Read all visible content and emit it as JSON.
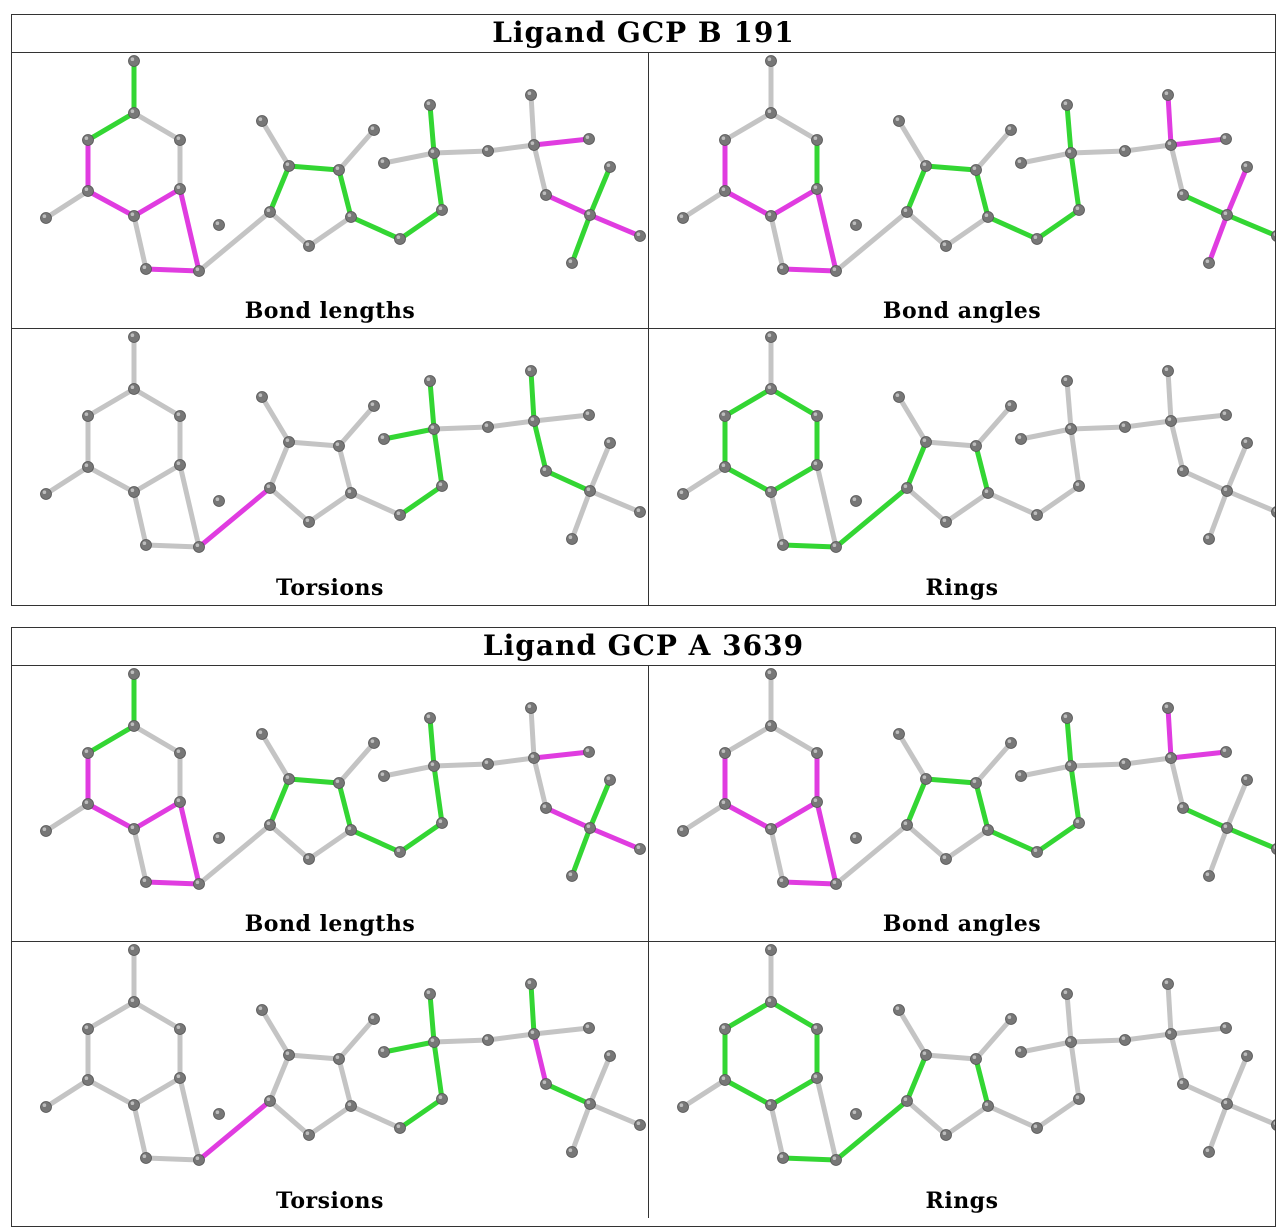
{
  "colors": {
    "neutral": "#c4c4c4",
    "outlier_minor": "#33d633",
    "outlier_major": "#e03ce0",
    "atom": "#777777",
    "border": "#333333"
  },
  "ligands": [
    {
      "title": "Ligand GCP B 191",
      "panels": [
        {
          "label": "Bond lengths",
          "green": [
            [
              0,
              1
            ],
            [
              1,
              2
            ],
            [
              3,
              9
            ],
            [
              9,
              10
            ],
            [
              9,
              11
            ],
            [
              10,
              11
            ],
            [
              11,
              12
            ],
            [
              13,
              14
            ],
            [
              16,
              17
            ],
            [
              17,
              18
            ],
            [
              18,
              19
            ],
            [
              19,
              20
            ],
            [
              20,
              21
            ],
            [
              23,
              24
            ],
            [
              29,
              30
            ],
            [
              29,
              32
            ]
          ],
          "magenta": [
            [
              2,
              3
            ],
            [
              3,
              4
            ],
            [
              4,
              5
            ],
            [
              5,
              8
            ],
            [
              8,
              7
            ],
            [
              26,
              27
            ],
            [
              29,
              31
            ],
            [
              29,
              28
            ]
          ],
          "neutral": []
        },
        {
          "label": "Bond angles",
          "green": [
            [
              5,
              6
            ],
            [
              3,
              9
            ],
            [
              9,
              10
            ],
            [
              9,
              11
            ],
            [
              10,
              11
            ],
            [
              11,
              12
            ],
            [
              13,
              14
            ],
            [
              16,
              17
            ],
            [
              17,
              18
            ],
            [
              18,
              19
            ],
            [
              19,
              20
            ],
            [
              20,
              21
            ],
            [
              23,
              24
            ],
            [
              29,
              28
            ],
            [
              29,
              31
            ]
          ],
          "magenta": [
            [
              2,
              3
            ],
            [
              3,
              4
            ],
            [
              4,
              5
            ],
            [
              5,
              8
            ],
            [
              8,
              7
            ],
            [
              22,
              24
            ],
            [
              24,
              25
            ],
            [
              24,
              26
            ],
            [
              26,
              27
            ],
            [
              29,
              30
            ],
            [
              29,
              32
            ]
          ],
          "neutral": []
        },
        {
          "label": "Torsions",
          "green": [
            [
              18,
              19
            ],
            [
              19,
              20
            ],
            [
              20,
              21
            ],
            [
              22,
              23
            ],
            [
              24,
              25
            ],
            [
              26,
              28
            ],
            [
              28,
              29
            ]
          ],
          "magenta": [
            [
              8,
              9
            ]
          ],
          "neutral": []
        },
        {
          "label": "Rings",
          "green": [
            [
              1,
              2
            ],
            [
              2,
              3
            ],
            [
              3,
              4
            ],
            [
              4,
              5
            ],
            [
              5,
              6
            ],
            [
              6,
              1
            ],
            [
              5,
              7
            ],
            [
              7,
              8
            ],
            [
              8,
              9
            ],
            [
              9,
              10
            ],
            [
              10,
              4
            ],
            [
              11,
              12
            ],
            [
              12,
              13
            ],
            [
              13,
              14
            ],
            [
              14,
              15
            ],
            [
              15,
              11
            ]
          ],
          "magenta": [],
          "neutral": []
        }
      ]
    },
    {
      "title": "Ligand GCP A 3639",
      "panels": [
        {
          "label": "Bond lengths",
          "green": [
            [
              0,
              1
            ],
            [
              1,
              2
            ],
            [
              3,
              9
            ],
            [
              9,
              10
            ],
            [
              9,
              11
            ],
            [
              10,
              11
            ],
            [
              11,
              12
            ],
            [
              13,
              14
            ],
            [
              16,
              17
            ],
            [
              17,
              18
            ],
            [
              18,
              19
            ],
            [
              19,
              20
            ],
            [
              20,
              21
            ],
            [
              23,
              24
            ],
            [
              29,
              30
            ],
            [
              29,
              32
            ]
          ],
          "magenta": [
            [
              2,
              3
            ],
            [
              3,
              4
            ],
            [
              4,
              5
            ],
            [
              5,
              8
            ],
            [
              8,
              7
            ],
            [
              26,
              27
            ],
            [
              29,
              31
            ],
            [
              29,
              28
            ]
          ],
          "neutral": []
        },
        {
          "label": "Bond angles",
          "green": [
            [
              5,
              6
            ],
            [
              3,
              9
            ],
            [
              9,
              10
            ],
            [
              9,
              11
            ],
            [
              10,
              11
            ],
            [
              11,
              12
            ],
            [
              13,
              14
            ],
            [
              16,
              17
            ],
            [
              17,
              18
            ],
            [
              18,
              19
            ],
            [
              19,
              20
            ],
            [
              20,
              21
            ],
            [
              23,
              24
            ],
            [
              29,
              28
            ],
            [
              29,
              31
            ]
          ],
          "magenta": [
            [
              2,
              3
            ],
            [
              3,
              4
            ],
            [
              4,
              5
            ],
            [
              5,
              8
            ],
            [
              8,
              7
            ],
            [
              22,
              24
            ],
            [
              24,
              25
            ],
            [
              24,
              26
            ],
            [
              26,
              27
            ],
            [
              6,
              5
            ]
          ],
          "neutral": []
        },
        {
          "label": "Torsions",
          "green": [
            [
              18,
              19
            ],
            [
              19,
              20
            ],
            [
              20,
              21
            ],
            [
              22,
              23
            ],
            [
              24,
              25
            ],
            [
              28,
              29
            ]
          ],
          "magenta": [
            [
              8,
              9
            ],
            [
              26,
              28
            ]
          ],
          "neutral": []
        },
        {
          "label": "Rings",
          "green": [
            [
              1,
              2
            ],
            [
              2,
              3
            ],
            [
              3,
              4
            ],
            [
              4,
              5
            ],
            [
              5,
              6
            ],
            [
              6,
              1
            ],
            [
              5,
              7
            ],
            [
              7,
              8
            ],
            [
              8,
              9
            ],
            [
              9,
              10
            ],
            [
              10,
              4
            ],
            [
              11,
              12
            ],
            [
              12,
              13
            ],
            [
              13,
              14
            ],
            [
              14,
              15
            ],
            [
              15,
              11
            ]
          ],
          "magenta": [],
          "neutral": []
        }
      ]
    }
  ]
}
